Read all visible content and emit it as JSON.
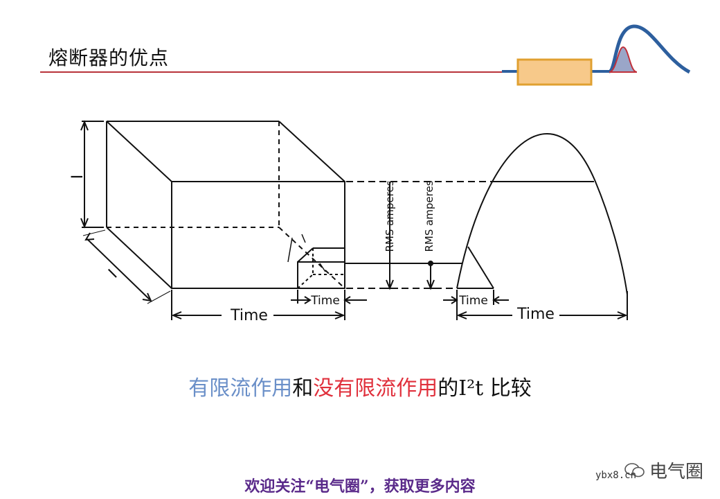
{
  "slide": {
    "title": "熔断器的优点"
  },
  "diagram": {
    "left_side_label": "I",
    "left_depth_label": "I",
    "left_time_label": "Time",
    "small_time_label": "Time",
    "rms_label_1": "RMS amperes",
    "rms_label_2": "RMS amperes",
    "right_short_time_label": "Time",
    "right_time_label": "Time"
  },
  "caption": {
    "part1": "有限流作用",
    "part2": "和",
    "part3": "没有限流作用",
    "part4": "的I²t 比较"
  },
  "footer": {
    "text": "欢迎关注“电气圈”，获取更多内容"
  },
  "branding": {
    "wechat_name": "电气圈",
    "watermark": "ybx8.cn"
  },
  "colors": {
    "title_rule": "#b8323a",
    "logo_curve": "#2d5f9e",
    "logo_fill": "#f7c98a",
    "logo_border": "#e0a030",
    "caption_blue": "#6a8fc8",
    "caption_red": "#e0303c",
    "footer_purple": "#5a2a8a"
  }
}
